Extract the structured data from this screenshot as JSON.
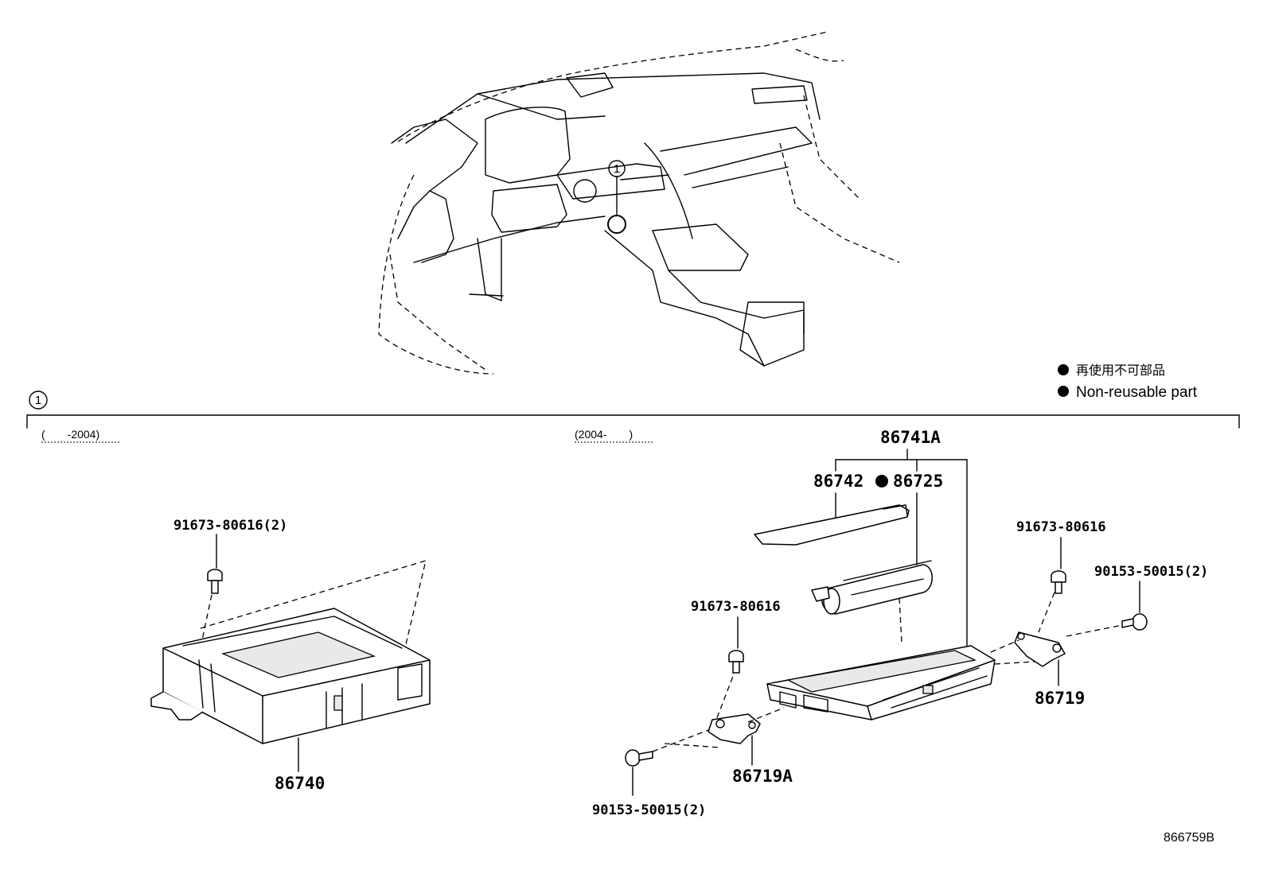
{
  "legend": {
    "japanese": "再使用不可部品",
    "english": "Non-reusable part"
  },
  "section_marker": "1",
  "location_marker": "1",
  "ranges": {
    "left": "(　　-2004)",
    "right": "(2004-　　)"
  },
  "callouts": {
    "p86740": "86740",
    "p91673_80616_2": "91673-80616(2)",
    "p86741A": "86741A",
    "p86742": "86742",
    "p86725": "86725",
    "p91673_80616_right": "91673-80616",
    "p90153_50015_2_right": "90153-50015(2)",
    "p86719": "86719",
    "p91673_80616_mid": "91673-80616",
    "p86719A": "86719A",
    "p90153_50015_2_left": "90153-50015(2)"
  },
  "reference_code": "866759B"
}
